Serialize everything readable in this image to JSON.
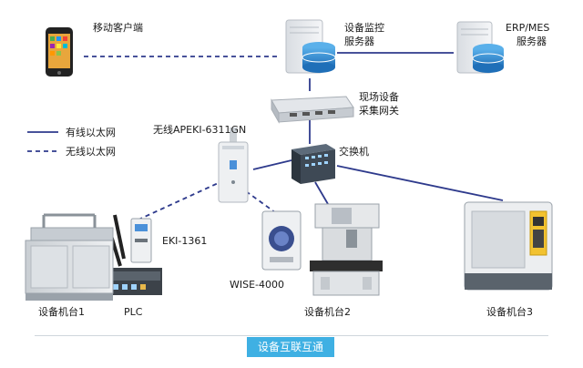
{
  "labels": {
    "mobile": "移动客户端",
    "monitor_server_l1": "设备监控",
    "monitor_server_l2": "服务器",
    "erp_l1": "ERP/MES",
    "erp_l2": "服务器",
    "gateway_l1": "现场设备",
    "gateway_l2": "采集网关",
    "switch": "交换机",
    "wireless_ap": "无线APEKI-6311GN",
    "eki": "EKI-1361",
    "wise": "WISE-4000",
    "plc": "PLC",
    "machine1": "设备机台1",
    "machine2": "设备机台2",
    "machine3": "设备机台3"
  },
  "legend": {
    "wired": "有线以太网",
    "wireless": "无线以太网"
  },
  "caption": "设备互联互通",
  "colors": {
    "line": "#2e3a8c",
    "caption_bg": "#3fb0e3"
  }
}
